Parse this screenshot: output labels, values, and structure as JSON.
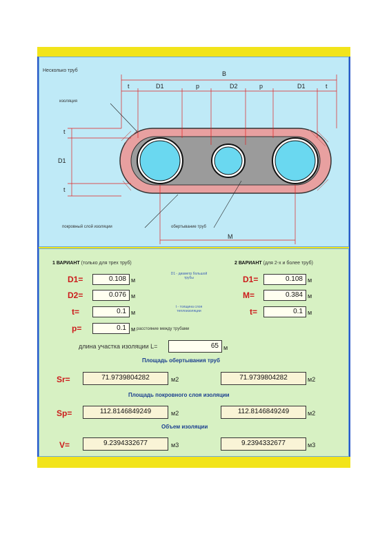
{
  "diagram": {
    "title": "Несколько труб",
    "dims": {
      "B": "B",
      "t_left": "t",
      "D1_left": "D1",
      "p_left": "p",
      "D2": "D2",
      "p_right": "p",
      "D1_right": "D1",
      "t_right": "t",
      "t_top": "t",
      "D1_vert": "D1",
      "t_bottom": "t",
      "M": "M"
    },
    "labels": {
      "insulation": "изоляция",
      "cover_layer": "покровный слой изоляции",
      "pipe_wrap": "обертывание труб"
    },
    "colors": {
      "insulation": "#e8a0a0",
      "core": "#9b9b9b",
      "pipe": "#6ad8f0",
      "dim_line": "#e02020"
    }
  },
  "variant1": {
    "title_bold": "1 ВАРИАНТ",
    "title_rest": "(только для трех труб)",
    "fields": [
      {
        "label": "D1=",
        "value": "0.108",
        "unit": "м"
      },
      {
        "label": "D2=",
        "value": "0.076",
        "unit": "м"
      },
      {
        "label": "t=",
        "value": "0.1",
        "unit": "м"
      },
      {
        "label": "p=",
        "value": "0.1",
        "unit": "м"
      }
    ],
    "p_note": "расстояние между трубами"
  },
  "variant2": {
    "title_bold": "2 ВАРИАНТ",
    "title_rest": "(для 2-х и более труб)",
    "fields": [
      {
        "label": "D1=",
        "value": "0.108",
        "unit": "м"
      },
      {
        "label": "M=",
        "value": "0.384",
        "unit": "м"
      },
      {
        "label": "t=",
        "value": "0.1",
        "unit": "м"
      }
    ]
  },
  "notes": {
    "d1_note": "D1 - диаметр большой трубы",
    "t_note": "t - толщина слоя теплоизоляции"
  },
  "length": {
    "label": "длина участка изоляции L=",
    "value": "65",
    "unit": "м"
  },
  "results": {
    "wrap_heading": "Площадь обертывания труб",
    "wrap": {
      "label": "Sr=",
      "v1": "71.9739804282",
      "v2": "71.9739804282",
      "unit1": "м2",
      "unit2": "м2"
    },
    "cover_heading": "Площадь покровного слоя изоляции",
    "cover": {
      "label": "Sp=",
      "v1": "112.8146849249",
      "v2": "112.8146849249",
      "unit1": "м2",
      "unit2": "м2"
    },
    "volume_heading": "Объем изоляции",
    "volume": {
      "label": "V=",
      "v1": "9.2394332677",
      "v2": "9.2394332677",
      "unit1": "м3",
      "unit2": "м3"
    }
  }
}
